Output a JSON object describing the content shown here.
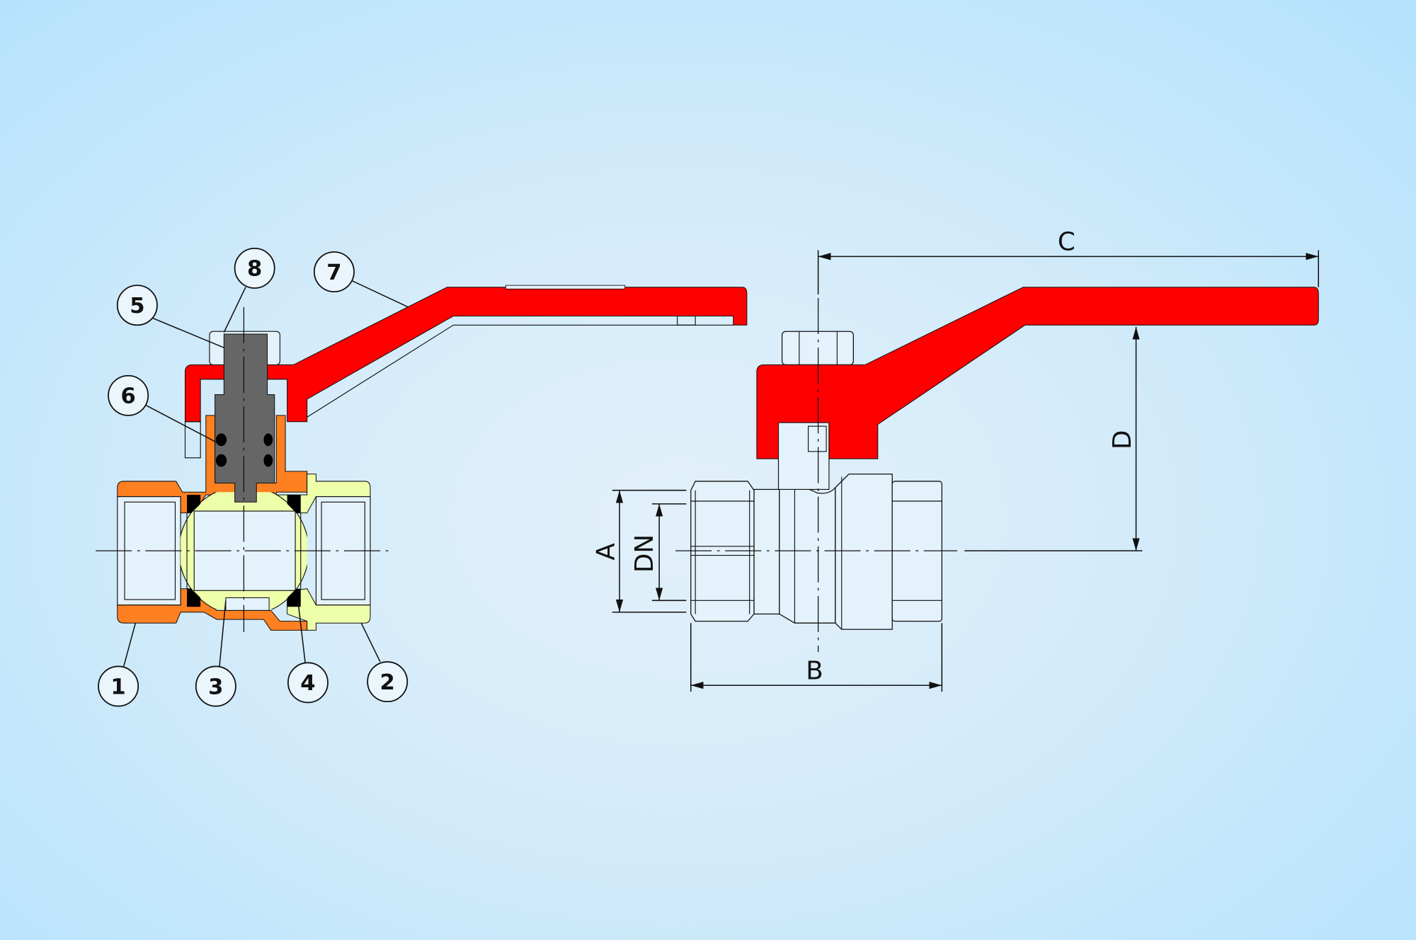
{
  "colors": {
    "handle": "#ff0000",
    "body_part_1": "#ff8020",
    "body_part_2": "#eeffaa",
    "ball": "#eeffaa",
    "stem": "#666666",
    "seal": "#000000"
  },
  "section_view": {
    "callouts": [
      {
        "label": "1",
        "part": "body"
      },
      {
        "label": "2",
        "part": "end-connector"
      },
      {
        "label": "3",
        "part": "ball"
      },
      {
        "label": "4",
        "part": "seat-seal"
      },
      {
        "label": "5",
        "part": "nut"
      },
      {
        "label": "6",
        "part": "o-ring"
      },
      {
        "label": "7",
        "part": "handle"
      },
      {
        "label": "8",
        "part": "stem"
      }
    ]
  },
  "side_view": {
    "dimensions": {
      "a": "A",
      "b": "B",
      "c": "C",
      "d": "D",
      "dn": "DN"
    }
  }
}
